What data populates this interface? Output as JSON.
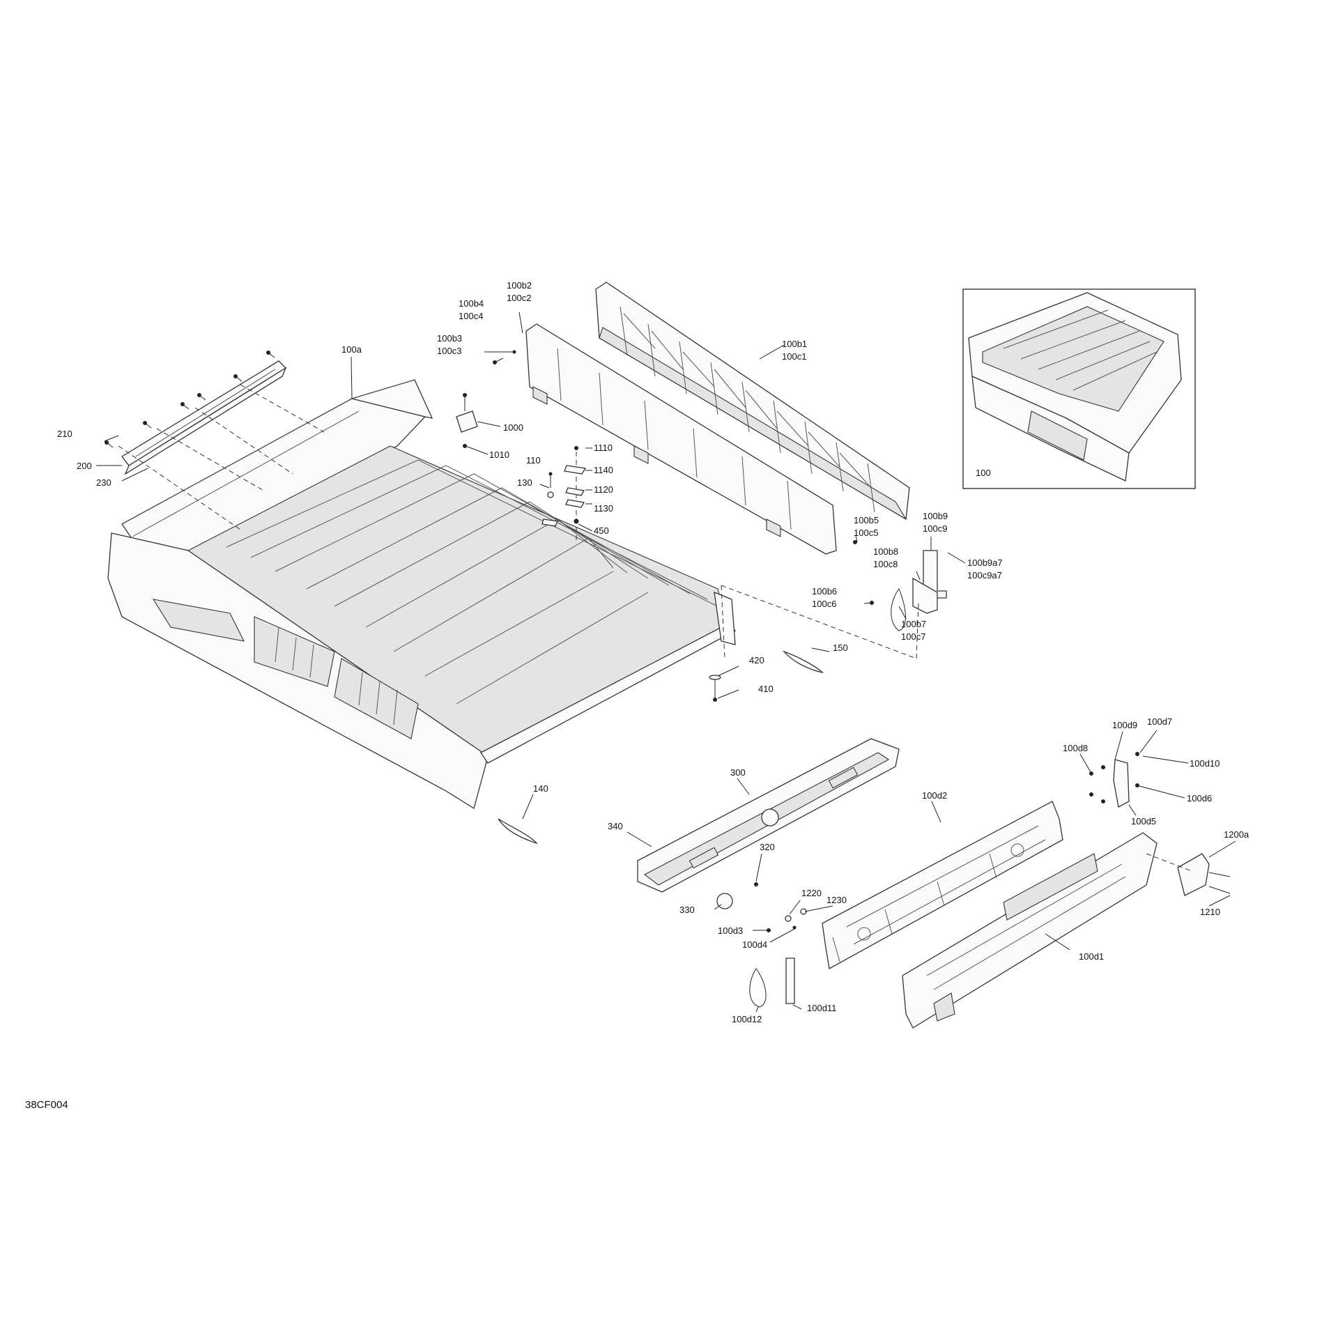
{
  "figure_ref": "38CF004",
  "inset_label": "100",
  "callouts": [
    {
      "id": "c100a",
      "text": "100a"
    },
    {
      "id": "c210",
      "text": "210"
    },
    {
      "id": "c200",
      "text": "200"
    },
    {
      "id": "c230",
      "text": "230"
    },
    {
      "id": "c100b2",
      "text": "100b2"
    },
    {
      "id": "c100c2",
      "text": "100c2"
    },
    {
      "id": "c100b4",
      "text": "100b4"
    },
    {
      "id": "c100c4",
      "text": "100c4"
    },
    {
      "id": "c100b3",
      "text": "100b3"
    },
    {
      "id": "c100c3",
      "text": "100c3"
    },
    {
      "id": "c100b1",
      "text": "100b1"
    },
    {
      "id": "c100c1",
      "text": "100c1"
    },
    {
      "id": "c1000",
      "text": "1000"
    },
    {
      "id": "c1010",
      "text": "1010"
    },
    {
      "id": "c110",
      "text": "110"
    },
    {
      "id": "c130",
      "text": "130"
    },
    {
      "id": "c1110",
      "text": "1110"
    },
    {
      "id": "c1140",
      "text": "1140"
    },
    {
      "id": "c1120",
      "text": "1120"
    },
    {
      "id": "c1130",
      "text": "1130"
    },
    {
      "id": "c450",
      "text": "450"
    },
    {
      "id": "c100b5",
      "text": "100b5"
    },
    {
      "id": "c100c5",
      "text": "100c5"
    },
    {
      "id": "c100b9",
      "text": "100b9"
    },
    {
      "id": "c100c9",
      "text": "100c9"
    },
    {
      "id": "c100b8",
      "text": "100b8"
    },
    {
      "id": "c100c8",
      "text": "100c8"
    },
    {
      "id": "c100b9a7",
      "text": "100b9a7"
    },
    {
      "id": "c100c9a7",
      "text": "100c9a7"
    },
    {
      "id": "c100b6",
      "text": "100b6"
    },
    {
      "id": "c100c6",
      "text": "100c6"
    },
    {
      "id": "c100b7",
      "text": "100b7"
    },
    {
      "id": "c100c7",
      "text": "100c7"
    },
    {
      "id": "c420",
      "text": "420"
    },
    {
      "id": "c150",
      "text": "150"
    },
    {
      "id": "c410",
      "text": "410"
    },
    {
      "id": "c140",
      "text": "140"
    },
    {
      "id": "c300",
      "text": "300"
    },
    {
      "id": "c340",
      "text": "340"
    },
    {
      "id": "c320",
      "text": "320"
    },
    {
      "id": "c330",
      "text": "330"
    },
    {
      "id": "c100d2",
      "text": "100d2"
    },
    {
      "id": "c100d8",
      "text": "100d8"
    },
    {
      "id": "c100d9",
      "text": "100d9"
    },
    {
      "id": "c100d7",
      "text": "100d7"
    },
    {
      "id": "c100d10",
      "text": "100d10"
    },
    {
      "id": "c100d6",
      "text": "100d6"
    },
    {
      "id": "c100d5",
      "text": "100d5"
    },
    {
      "id": "c1200a",
      "text": "1200a"
    },
    {
      "id": "c1220",
      "text": "1220"
    },
    {
      "id": "c1230",
      "text": "1230"
    },
    {
      "id": "c100d3",
      "text": "100d3"
    },
    {
      "id": "c100d4",
      "text": "100d4"
    },
    {
      "id": "c100d1",
      "text": "100d1"
    },
    {
      "id": "c1210",
      "text": "1210"
    },
    {
      "id": "c100d12",
      "text": "100d12"
    },
    {
      "id": "c100d11",
      "text": "100d11"
    }
  ]
}
